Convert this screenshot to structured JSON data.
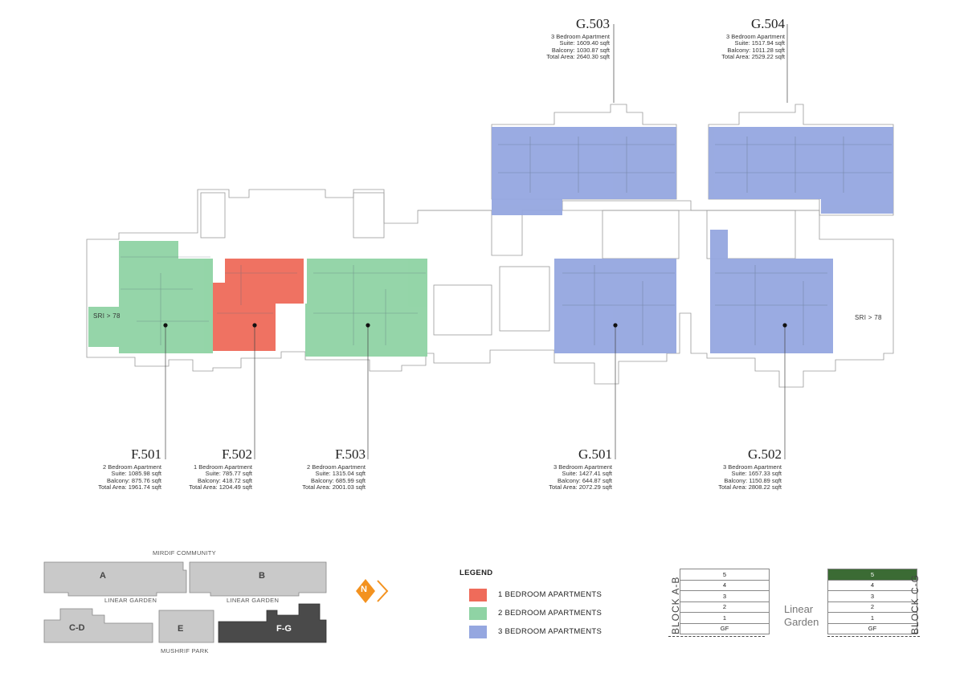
{
  "units": [
    {
      "code": "F.501",
      "type": "2 Bedroom Apartment",
      "suite": "Suite: 1085.98 sqft",
      "balcony": "Balcony: 875.76 sqft",
      "total": "Total Area: 1961.74 sqft"
    },
    {
      "code": "F.502",
      "type": "1 Bedroom Apartment",
      "suite": "Suite: 785.77 sqft",
      "balcony": "Balcony: 418.72 sqft",
      "total": "Total Area: 1204.49 sqft"
    },
    {
      "code": "F.503",
      "type": "2 Bedroom Apartment",
      "suite": "Suite: 1315.04 sqft",
      "balcony": "Balcony: 685.99 sqft",
      "total": "Total Area: 2001.03 sqft"
    },
    {
      "code": "G.501",
      "type": "3 Bedroom Apartment",
      "suite": "Suite: 1427.41 sqft",
      "balcony": "Balcony: 644.87 sqft",
      "total": "Total Area: 2072.29 sqft"
    },
    {
      "code": "G.502",
      "type": "3 Bedroom Apartment",
      "suite": "Suite: 1657.33 sqft",
      "balcony": "Balcony: 1150.89 sqft",
      "total": "Total Area: 2808.22 sqft"
    },
    {
      "code": "G.503",
      "type": "3 Bedroom Apartment",
      "suite": "Suite: 1609.40 sqft",
      "balcony": "Balcony: 1030.87 sqft",
      "total": "Total Area: 2640.30 sqft"
    },
    {
      "code": "G.504",
      "type": "3 Bedroom Apartment",
      "suite": "Suite: 1517.94 sqft",
      "balcony": "Balcony: 1011.28 sqft",
      "total": "Total Area: 2529.22 sqft"
    }
  ],
  "plan": {
    "sri_left": "SRI > 78",
    "sri_right": "SRI > 78"
  },
  "legend": {
    "title": "LEGEND",
    "items": [
      {
        "label": "1 BEDROOM APARTMENTS",
        "color": "#ef6b5a"
      },
      {
        "label": "2 BEDROOM APARTMENTS",
        "color": "#8fd3a4"
      },
      {
        "label": "3 BEDROOM APARTMENTS",
        "color": "#95a7e0"
      }
    ]
  },
  "colors": {
    "one_bed": "#ef6b5a",
    "two_bed": "#8fd3a4",
    "three_bed": "#95a7e0",
    "compass": "#f3921f",
    "highlight_floor": "#3b6b34",
    "block_dark": "#4a4a4a",
    "block_light": "#c9c9c9"
  },
  "site": {
    "top": "MIRDIF COMMUNITY",
    "mid_left": "LINEAR GARDEN",
    "mid_right": "LINEAR GARDEN",
    "bottom": "MUSHRIF PARK",
    "blocks": {
      "a": "A",
      "b": "B",
      "cd": "C-D",
      "e": "E",
      "fg": "F-G"
    },
    "compass": "N"
  },
  "floors": {
    "left_label": "BLOCK A-B",
    "right_label": "BLOCK C-G",
    "levels": [
      "5",
      "4",
      "3",
      "2",
      "1",
      "GF"
    ],
    "highlight_index": 0,
    "center_line1": "Linear",
    "center_line2": "Garden"
  }
}
